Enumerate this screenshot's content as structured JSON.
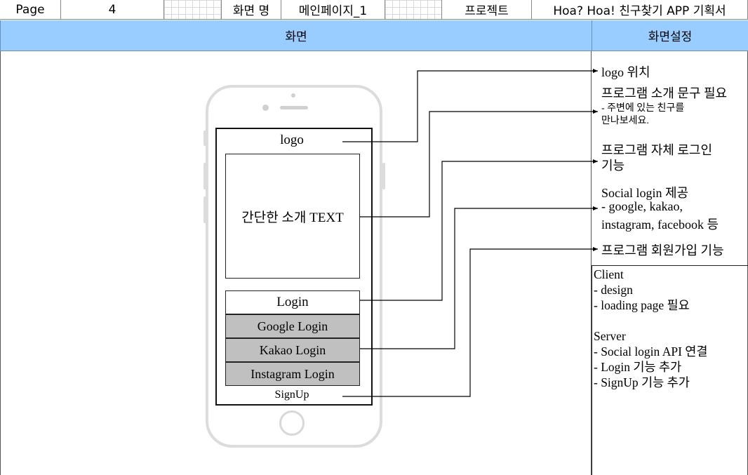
{
  "info": {
    "page_label": "Page",
    "page_number": "4",
    "screen_name_label": "화면 명",
    "screen_name": "메인페이지_1",
    "project_label": "프로젝트",
    "project_name": "Hoa? Hoa! 친구찾기 APP 기획서"
  },
  "headers": {
    "screen": "화면",
    "screen_settings": "화면설정"
  },
  "phone": {
    "logo": "logo",
    "intro": "간단한 소개 TEXT",
    "login": "Login",
    "google_login": "Google Login",
    "kakao_login": "Kakao Login",
    "instagram_login": "Instagram Login",
    "signup": "SignUp"
  },
  "annotations": {
    "logo_position": "logo 위치",
    "intro_title": "프로그램 소개 문구 필요",
    "intro_detail_1": "- 주변에 있는 친구를",
    "intro_detail_2": "만나보세요.",
    "login_line_1": "프로그램 자체 로그인",
    "login_line_2": "기능",
    "social_title": "Social login 제공",
    "social_detail_1": "- google, kakao,",
    "social_detail_2": "instagram, facebook 등",
    "signup_note": "프로그램 회원가입 기능"
  },
  "notes": {
    "client_title": "Client",
    "client_items": [
      "- design",
      "- loading page 필요"
    ],
    "server_title": "Server",
    "server_items": [
      "- Social login API 연결",
      "- Login 기능 추가",
      "- SignUp 기능 추가"
    ]
  }
}
